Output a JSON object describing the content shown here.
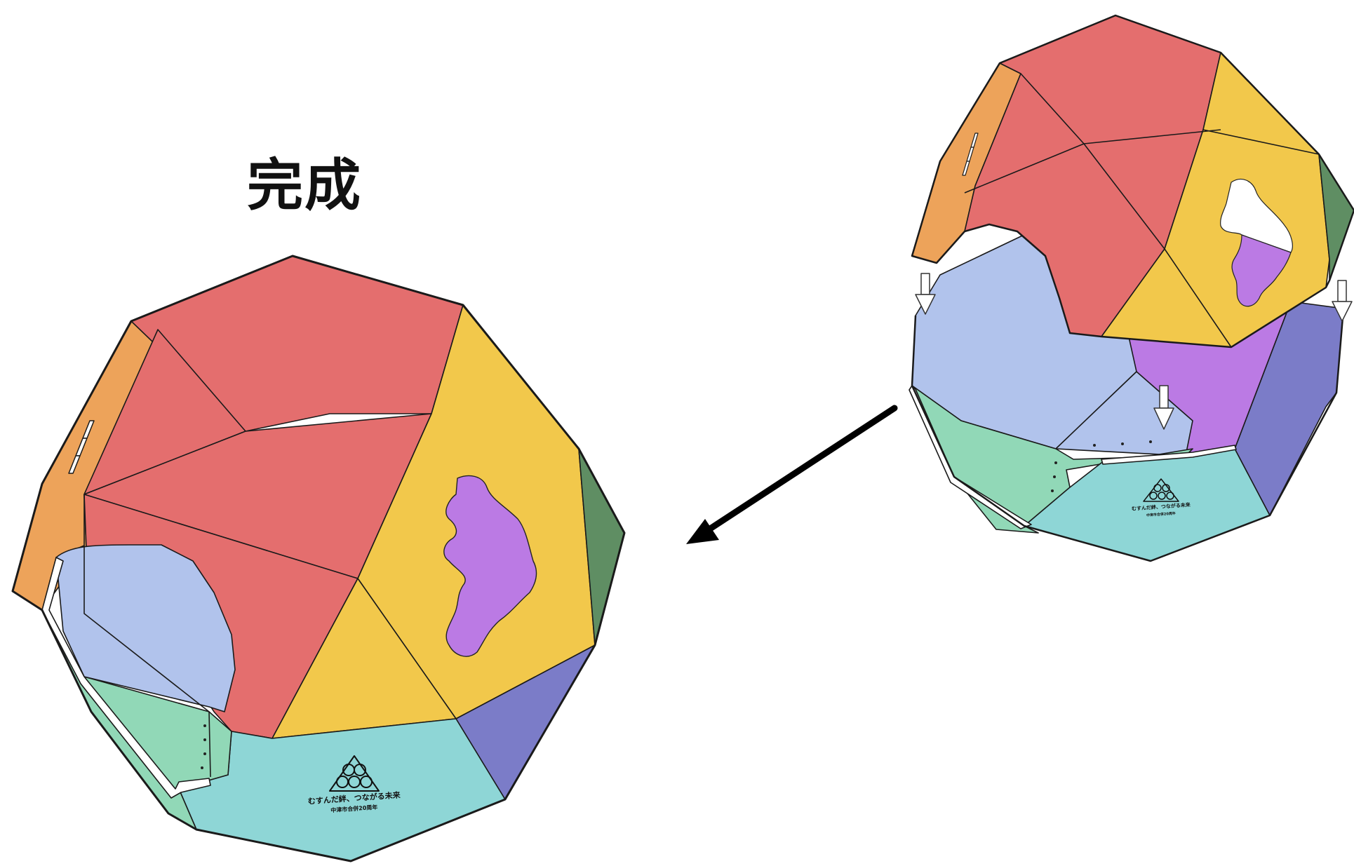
{
  "title": "完成",
  "logo": {
    "slogan": "むすんだ絆、つながる未来",
    "subtitle": "中津市合併20周年"
  },
  "colors": {
    "red": "#E46E6E",
    "yellow": "#F2C84B",
    "orange": "#EDA35A",
    "dark_green": "#5F8E63",
    "light_blue": "#B1C3EC",
    "mint": "#91D8B7",
    "teal": "#8ED6D6",
    "indigo": "#7B7CC8",
    "purple": "#BB7AE4",
    "line": "#1a1a1a",
    "arrow": "#000000"
  },
  "icons": [
    "down-arrow-icon",
    "island-shape-icon",
    "logo-icon"
  ]
}
